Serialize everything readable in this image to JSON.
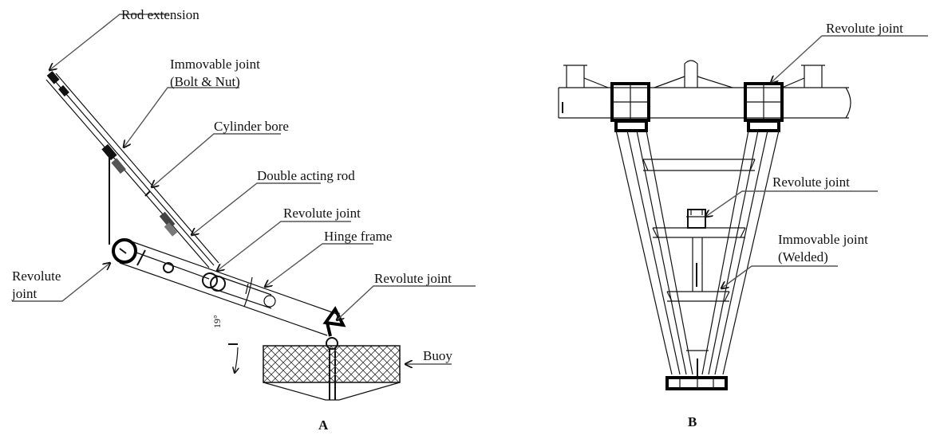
{
  "labels": {
    "rod_extension": "Rod extension",
    "immovable_joint_bolt_line1": "Immovable joint",
    "immovable_joint_bolt_line2": "(Bolt & Nut)",
    "cylinder_bore": "Cylinder bore",
    "double_acting_rod": "Double acting rod",
    "revolute_joint_top": "Revolute joint",
    "hinge_frame": "Hinge frame",
    "revolute_joint_left_line1": "Revolute",
    "revolute_joint_left_line2": "joint",
    "revolute_joint_right": "Revolute joint",
    "buoy": "Buoy",
    "angle": "19°",
    "b_revolute_joint_top": "Revolute joint",
    "b_revolute_joint_mid": "Revolute joint",
    "b_immovable_line1": "Immovable joint",
    "b_immovable_line2": "(Welded)"
  },
  "captions": {
    "a": "A",
    "b": "B"
  }
}
